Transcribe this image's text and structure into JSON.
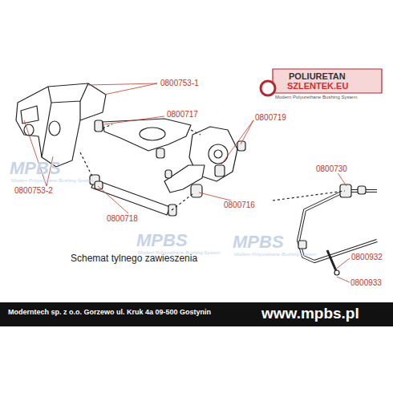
{
  "diagram": {
    "caption": "Schemat tylnego zawieszenia",
    "labels": [
      "0800753-1",
      "0800717",
      "0800719",
      "0800753-2",
      "0800718",
      "0800716",
      "0800730",
      "0800932",
      "0800933",
      "POLIURETAN",
      "SZLENTEK.EU",
      "Modern Polyurethane Bushing System",
      "MPBS",
      "Modern Polyurethane Bushing System",
      "MPBS",
      "Modern Polyurethane Bushing System",
      "MPBS",
      "Modern Polyurethane Bushing System",
      "Moderntech sp. z o.o. Gorzewo ul. Kruk 4a 09-500 Gostynin",
      "www.mpbs.pl"
    ]
  }
}
